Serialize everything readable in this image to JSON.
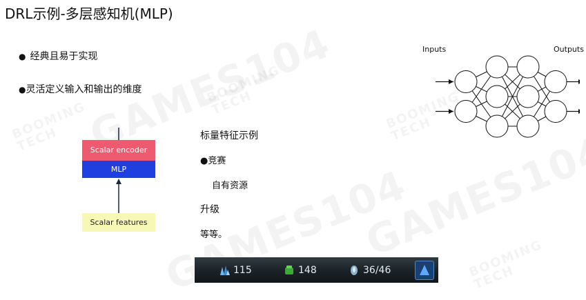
{
  "title": "DRL示例-多层感知机(MLP)",
  "bullets": [
    "经典且易于实现",
    "灵活定义输入和输出的维度"
  ],
  "bullet_symbol": "●",
  "encoder_diagram": {
    "encoder_label": "Scalar encoder",
    "mlp_label": "MLP",
    "features_label": "Scalar features",
    "colors": {
      "encoder": "#ee5a6f",
      "mlp": "#1f3fe0",
      "features": "#f7f8b5"
    }
  },
  "examples": {
    "heading": "标量特征示例",
    "items": [
      {
        "symbol": "●",
        "text": "竞赛"
      },
      {
        "symbol": "",
        "text": "自有资源"
      },
      {
        "symbol": "",
        "text": "升级"
      },
      {
        "symbol": "",
        "text": "等等。"
      }
    ]
  },
  "network_diagram": {
    "inputs_label": "Inputs",
    "outputs_label": "Outputs",
    "layers": [
      2,
      3,
      3,
      2
    ]
  },
  "hud": {
    "items": [
      {
        "icon": "mineral-crystal-icon",
        "value": "115"
      },
      {
        "icon": "vespene-gas-icon",
        "value": "148"
      },
      {
        "icon": "supply-icon",
        "value": "36/46"
      }
    ]
  },
  "watermark": {
    "main": "GAMES104",
    "brand_line1": "BOOMING",
    "brand_line2": "TECH"
  }
}
